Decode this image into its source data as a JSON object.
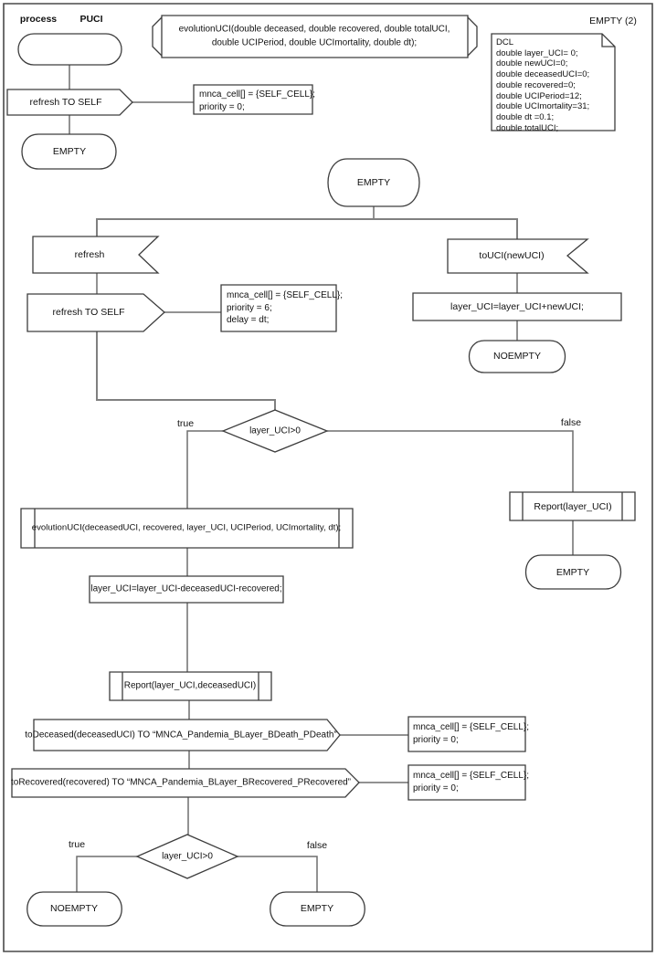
{
  "header": {
    "process_label": "process",
    "process_name": "PUCI",
    "page_label": "EMPTY (2)"
  },
  "declarations": {
    "procedure_decl_line1": "evolutionUCI(double deceased, double recovered, double totalUCI,",
    "procedure_decl_line2": "double UCIPeriod, double UCImortality, double dt);",
    "dcl_lines": [
      "DCL",
      "double layer_UCI= 0;",
      "double newUCI=0;",
      "double deceasedUCI=0;",
      "double recovered=0;",
      "double UCIPeriod=12;",
      "double UCImortality=31;",
      "double dt =0.1;",
      "double totalUCI;"
    ]
  },
  "start_flow": {
    "output_refresh": "refresh TO SELF",
    "params": [
      "mnca_cell[] = {SELF_CELL};",
      "priority = 0;"
    ],
    "next_state": "EMPTY"
  },
  "empty_state_flow": {
    "state": "EMPTY",
    "input_refresh": "refresh",
    "output_refresh": "refresh TO SELF",
    "refresh_params": [
      "mnca_cell[] = {SELF_CELL};",
      "priority = 6;",
      "delay = dt;"
    ],
    "input_touci": "toUCI(newUCI)",
    "task_add": "layer_UCI=layer_UCI+newUCI;",
    "touci_next_state": "NOEMPTY"
  },
  "decision1": {
    "condition": "layer_UCI>0",
    "true_label": "true",
    "false_label": "false"
  },
  "true_branch": {
    "call_evolution": "evolutionUCI(deceasedUCI, recovered, layer_UCI, UCIPeriod, UCImortality, dt);",
    "task_subtract": "layer_UCI=layer_UCI-deceasedUCI-recovered;",
    "call_report": "Report(layer_UCI,deceasedUCI)",
    "output_deceased": "toDeceased(deceasedUCI) TO “MNCA_Pandemia_BLayer_BDeath_PDeath”",
    "deceased_params": [
      "mnca_cell[] = {SELF_CELL};",
      "priority = 0;"
    ],
    "output_recovered": "toRecovered(recovered) TO “MNCA_Pandemia_BLayer_BRecovered_PRecovered”",
    "recovered_params": [
      "mnca_cell[] = {SELF_CELL};",
      "priority = 0;"
    ]
  },
  "false_branch": {
    "call_report": "Report(layer_UCI)",
    "next_state": "EMPTY"
  },
  "decision2": {
    "condition": "layer_UCI>0",
    "true_label": "true",
    "false_label": "false",
    "true_state": "NOEMPTY",
    "false_state": "EMPTY"
  },
  "colors": {
    "shape_border": "#3d3d3d",
    "connector": "#6e6e6e",
    "trunk_line": "#808080",
    "text": "#111111",
    "background": "#ffffff"
  }
}
